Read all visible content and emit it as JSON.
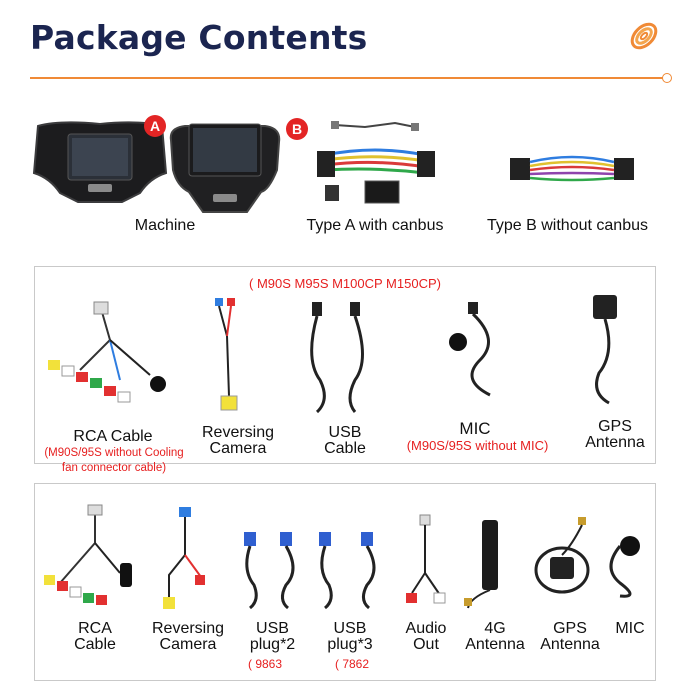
{
  "header": {
    "title": "Package Contents",
    "logo_icon": "orange-coil-icon",
    "accent_color": "#f08a36",
    "title_color": "#1b2550"
  },
  "top_row": {
    "badge_a": "A",
    "badge_b": "B",
    "machine_label": "Machine",
    "type_a_label": "Type A with canbus",
    "type_b_label": "Type B without canbus"
  },
  "box1": {
    "models_note": "( M90S M95S M100CP M150CP)",
    "items": {
      "rca": {
        "line1": "RCA Cable",
        "note1": "(M90S/95S without Cooling",
        "note2": "fan connector cable)"
      },
      "reversing": {
        "line1": "Reversing",
        "line2": "Camera"
      },
      "usb": {
        "line1": "USB",
        "line2": "Cable"
      },
      "mic": {
        "line1": "MIC",
        "note": "(M90S/95S without MIC)"
      },
      "gps": {
        "line1": "GPS",
        "line2": "Antenna"
      }
    }
  },
  "box2": {
    "items": {
      "rca": {
        "line1": "RCA",
        "line2": "Cable"
      },
      "reversing": {
        "line1": "Reversing",
        "line2": "Camera"
      },
      "usb2": {
        "line1": "USB",
        "line2": "plug*2",
        "note": "( 9863"
      },
      "usb3": {
        "line1": "USB",
        "line2": "plug*3",
        "note": "( 7862"
      },
      "audio": {
        "line1": "Audio",
        "line2": "Out"
      },
      "g4": {
        "line1": "4G",
        "line2": "Antenna"
      },
      "gps": {
        "line1": "GPS",
        "line2": "Antenna"
      },
      "mic": {
        "line1": "MIC"
      }
    }
  }
}
